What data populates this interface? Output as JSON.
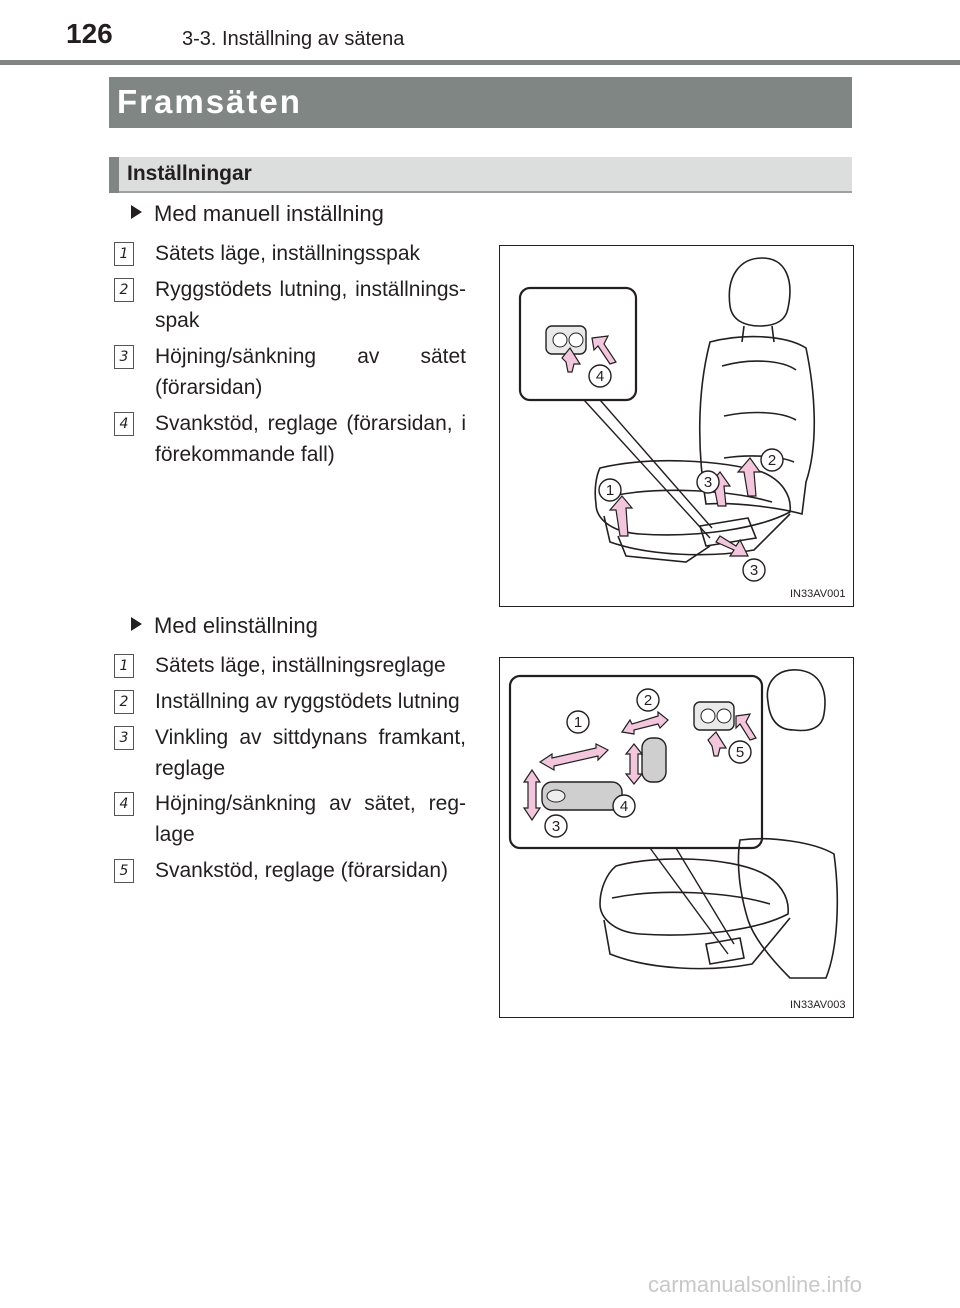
{
  "header": {
    "page_number": "126",
    "section": "3-3. Inställning av sätena"
  },
  "title": "Framsäten",
  "subtitle": "Inställningar",
  "manual": {
    "bullet": "Med manuell inställning",
    "items": [
      {
        "num": "1",
        "text": "Sätets läge, inställningsspak"
      },
      {
        "num": "2",
        "text": "Ryggstödets lutning, inställnings-spak"
      },
      {
        "num": "3",
        "text": "Höjning/sänkning av sätet (förarsidan)"
      },
      {
        "num": "4",
        "text": "Svankstöd, reglage (förarsidan, i förekommande fall)"
      }
    ],
    "figure_code": "IN33AV001",
    "callouts": [
      "1",
      "2",
      "3",
      "3",
      "4"
    ]
  },
  "power": {
    "bullet": "Med elinställning",
    "items": [
      {
        "num": "1",
        "text": "Sätets läge, inställningsreglage"
      },
      {
        "num": "2",
        "text": "Inställning av ryggstödets lutning"
      },
      {
        "num": "3",
        "text": "Vinkling av sittdynans framkant, reglage"
      },
      {
        "num": "4",
        "text": "Höjning/sänkning av sätet, reg-lage"
      },
      {
        "num": "5",
        "text": "Svankstöd, reglage (förarsidan)"
      }
    ],
    "figure_code": "IN33AV003",
    "callouts": [
      "1",
      "2",
      "3",
      "4",
      "5"
    ]
  },
  "watermark": "carmanualsonline.info"
}
